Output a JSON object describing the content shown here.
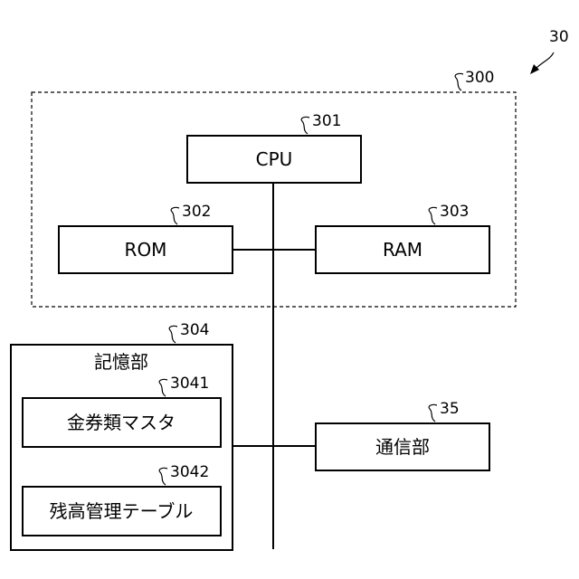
{
  "diagram": {
    "system_ref": "30",
    "controller": {
      "ref": "300"
    },
    "cpu": {
      "label": "CPU",
      "ref": "301"
    },
    "rom": {
      "label": "ROM",
      "ref": "302"
    },
    "ram": {
      "label": "RAM",
      "ref": "303"
    },
    "storage": {
      "label": "記憶部",
      "ref": "304",
      "items": [
        {
          "label": "金券類マスタ",
          "ref": "3041"
        },
        {
          "label": "残高管理テーブル",
          "ref": "3042"
        }
      ]
    },
    "comm": {
      "label": "通信部",
      "ref": "35"
    }
  }
}
